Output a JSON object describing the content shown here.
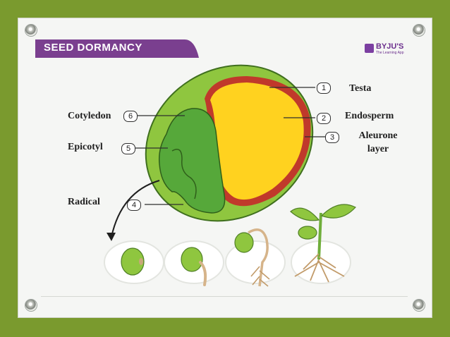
{
  "title": "SEED DORMANCY",
  "brand": {
    "name": "BYJU'S",
    "tagline": "The Learning App"
  },
  "labels": [
    {
      "num": "1",
      "text": "Testa"
    },
    {
      "num": "2",
      "text": "Endosperm"
    },
    {
      "num": "3",
      "text": "Aleurone layer"
    },
    {
      "num": "4",
      "text": "Radical"
    },
    {
      "num": "5",
      "text": "Epicotyl"
    },
    {
      "num": "6",
      "text": "Cotyledon"
    }
  ],
  "colors": {
    "background": "#7a9a2e",
    "title_band": "#7a3f8f",
    "seed_coat": "#8fc63f",
    "embryo": "#56a83a",
    "endosperm": "#ffd21f",
    "aleurone": "#c0392b"
  }
}
